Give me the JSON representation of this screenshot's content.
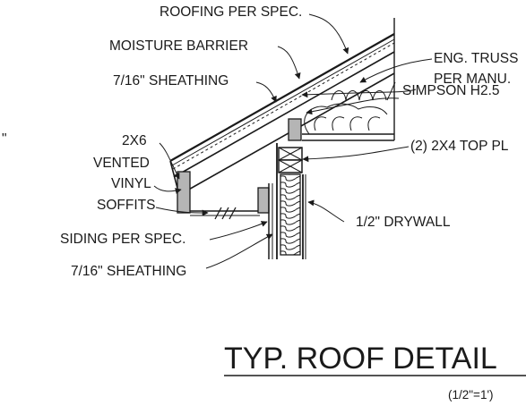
{
  "labels": {
    "roofing": "ROOFING PER SPEC.",
    "moisture_barrier": "MOISTURE BARRIER",
    "sheathing_roof": "7/16\" SHEATHING",
    "eng_truss_line1": "ENG. TRUSS",
    "eng_truss_line2": "PER MANU.",
    "simpson": "SIMPSON H2.5",
    "top_plate": "(2) 2X4 TOP PL",
    "rafter_2x6": "2X6",
    "vented": "VENTED",
    "vinyl": "VINYL",
    "soffits": "SOFFITS",
    "drywall": "1/2\" DRYWALL",
    "siding": "SIDING PER SPEC.",
    "sheathing_wall": "7/16\" SHEATHING",
    "edge_mark": "\""
  },
  "title": {
    "text": "TYP. ROOF DETAIL",
    "scale": "(1/2\"=1')"
  }
}
